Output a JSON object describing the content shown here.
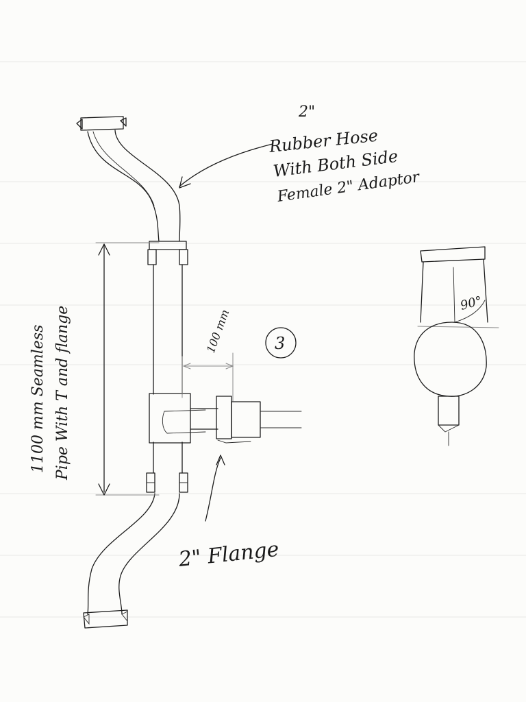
{
  "labels": {
    "hose_size": "2\"",
    "hose_line1": "Rubber Hose",
    "hose_line2": "With Both Side",
    "hose_line3": "Female 2\" Adaptor",
    "pipe_line1": "1100 mm Seamless",
    "pipe_line2": "Pipe With T and flange",
    "offset_dim": "100 mm",
    "detail_number": "3",
    "flange_label": "2\" Flange",
    "angle_label": "90°"
  }
}
